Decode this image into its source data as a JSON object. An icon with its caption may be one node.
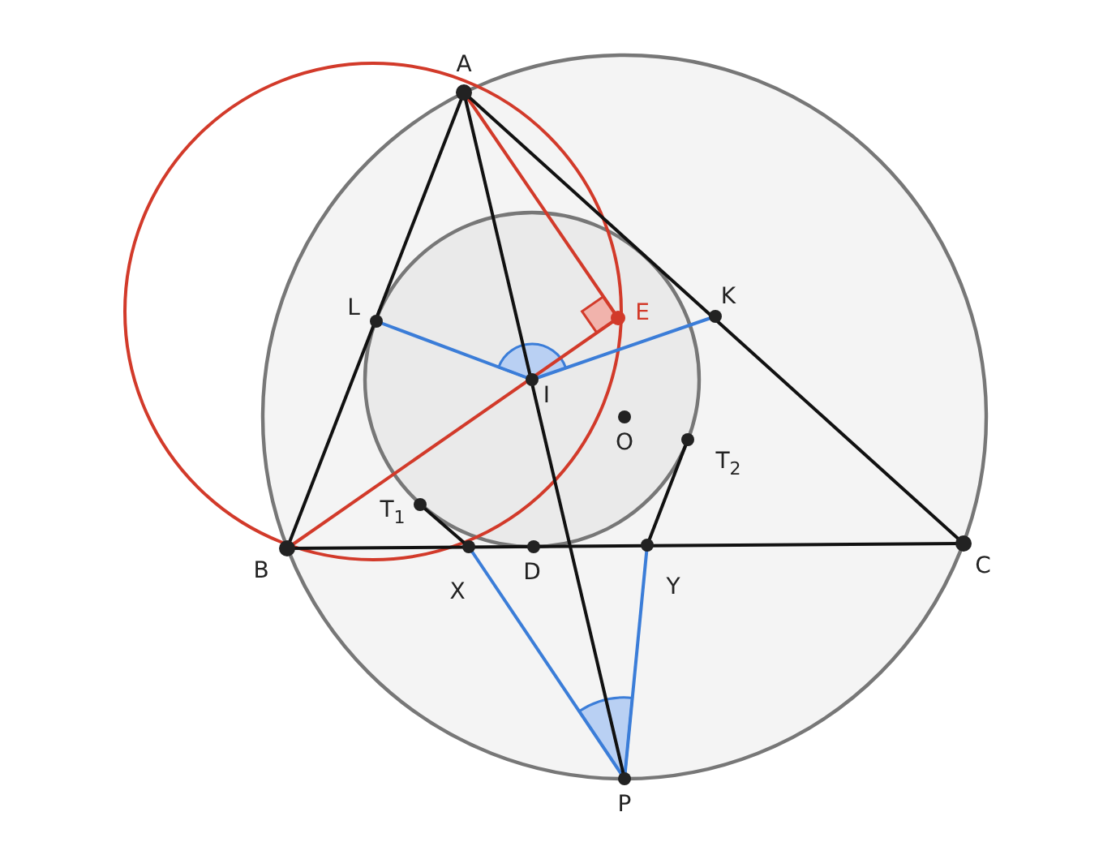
{
  "diagram": {
    "labels": [
      "A",
      "L",
      "K",
      "E",
      "I",
      "O",
      "T$_{2}$",
      "T$_{1}$",
      "B",
      "X",
      "D",
      "Y",
      "C",
      "P"
    ]
  }
}
